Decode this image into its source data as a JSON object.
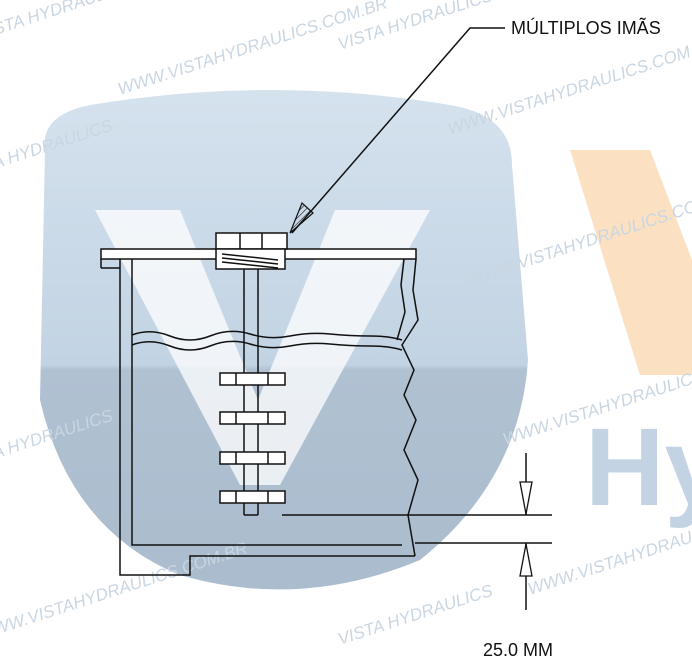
{
  "labels": {
    "magnets": "MÚLTIPLOS IMÃS",
    "distance": "25.0 MM"
  },
  "watermark": {
    "logo_text": "VHy",
    "text_1": "VISTA HYDRAULICS",
    "text_2": "WWW.VISTAHYDRAULICS.COM.BR",
    "color": "#c9d6e2"
  },
  "colors": {
    "logo_blue_top": "#c5d6e6",
    "logo_blue_bottom": "#aebfd0",
    "logo_orange": "#fbe0c2",
    "logo_text_blue": "#c3d3e3",
    "line": "#111111"
  }
}
